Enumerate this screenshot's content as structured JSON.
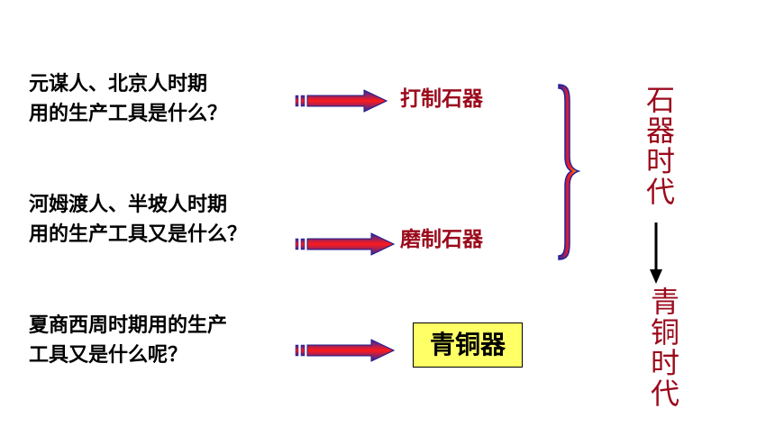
{
  "question_1": {
    "line1": "元谋人、北京人时期",
    "line2": "用的生产工具是什么？"
  },
  "answer_1": "打制石器",
  "question_2": {
    "line1": "河姆渡人、半坡人时期",
    "line2": "用的生产工具又是什么？"
  },
  "answer_2": "磨制石器",
  "question_3": {
    "line1": "夏商西周时期用的生产",
    "line2": "工具又是什么呢？"
  },
  "answer_3": "青铜器",
  "era_1": [
    "石",
    "器",
    "时",
    "代"
  ],
  "era_2": [
    "青",
    "铜",
    "时",
    "代"
  ],
  "colors": {
    "answer_red": "#9b0a1c",
    "highlight": "#ffff66",
    "arrow_red": "#ff1a1a",
    "arrow_blue": "#2a2aa8"
  }
}
